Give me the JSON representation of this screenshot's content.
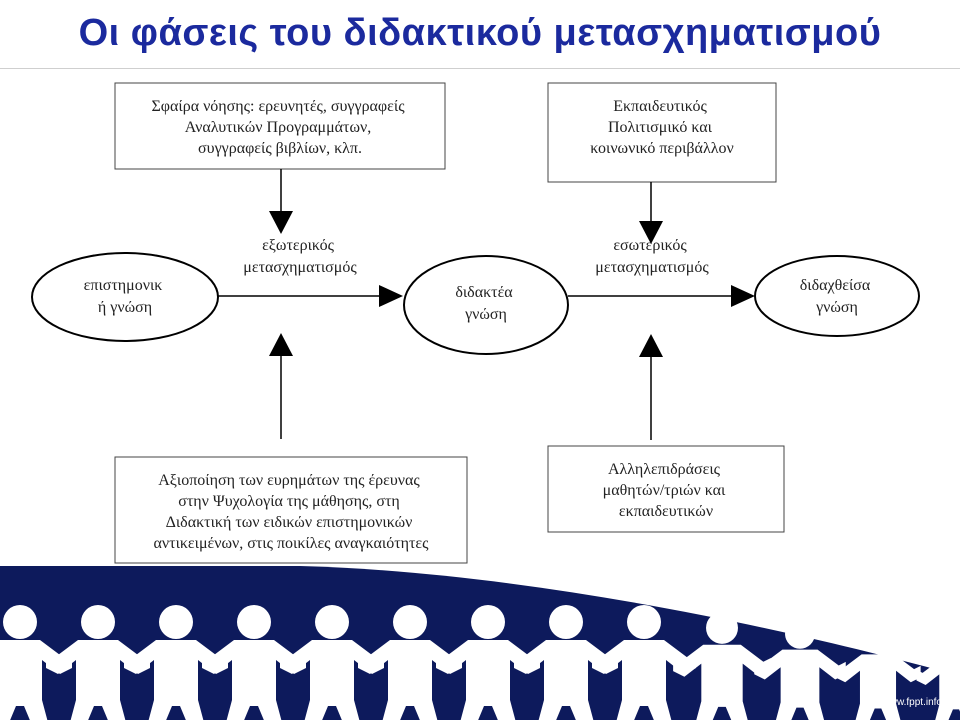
{
  "slide": {
    "title": "Οι φάσεις του διδακτικού μετασχηματισμού",
    "watermark": "www.fppt.info"
  },
  "diagram": {
    "boxes": {
      "top_left": [
        "Σφαίρα νόησης: ερευνητές, συγγραφείς",
        "Αναλυτικών Προγραμμάτων,",
        "συγγραφείς βιβλίων, κλπ."
      ],
      "top_right": [
        "Εκπαιδευτικός",
        "Πολιτισμικό και",
        "κοινωνικό περιβάλλον"
      ],
      "bottom_left": [
        "Αξιοποίηση των ευρημάτων της έρευνας",
        "στην Ψυχολογία της μάθησης, στη",
        "Διδακτική των ειδικών επιστημονικών",
        "αντικειμένων, στις ποικίλες αναγκαιότητες"
      ],
      "bottom_right": [
        "Αλληλεπιδράσεις",
        "μαθητών/τριών και",
        "εκπαιδευτικών"
      ]
    },
    "ellipses": {
      "scientific": [
        "επιστημονικ",
        "ή γνώση"
      ],
      "teachable": [
        "διδακτέα",
        "γνώση"
      ],
      "taught": [
        "διδαχθείσα",
        "γνώση"
      ]
    },
    "edge_labels": {
      "external": [
        "εξωτερικός",
        "μετασχηματισμός"
      ],
      "internal": [
        "εσωτερικός",
        "μετασχηματισμός"
      ]
    }
  },
  "colors": {
    "title": "#1b2a9e",
    "footer_band": "#0d1a5c",
    "figures": "#ffffff"
  }
}
